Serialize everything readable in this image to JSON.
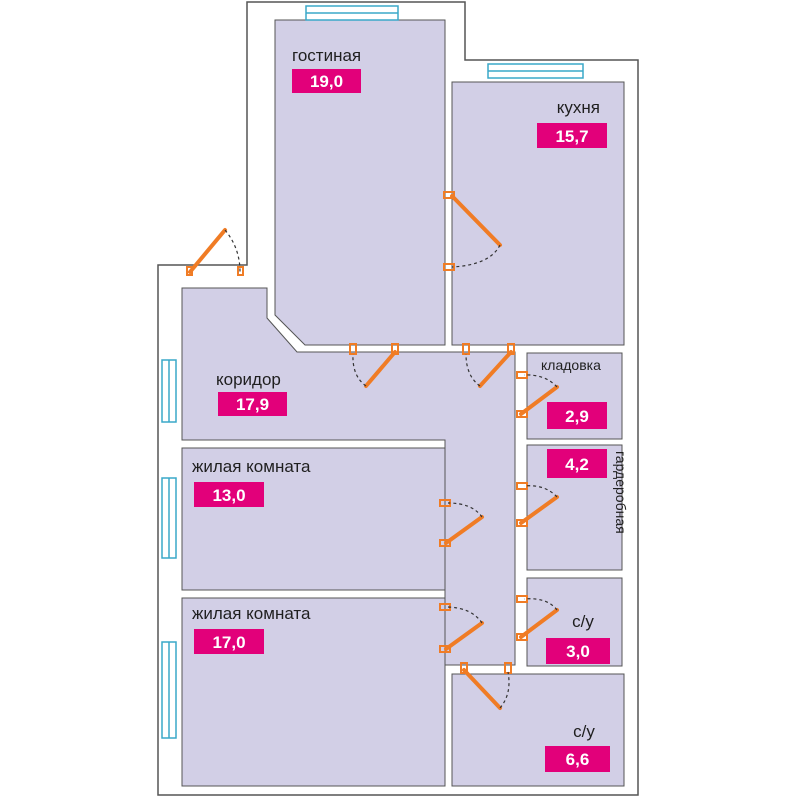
{
  "colors": {
    "wall_fill": "#ffffff",
    "wall_stroke": "#555555",
    "room_fill": "#d2cfe6",
    "badge": "#e2007a",
    "door": "#f07c25",
    "window": "#3aa8c9"
  },
  "rooms": [
    {
      "name": "гостиная",
      "area": "19,0"
    },
    {
      "name": "кухня",
      "area": "15,7"
    },
    {
      "name": "коридор",
      "area": "17,9"
    },
    {
      "name": "кладовка",
      "area": "2,9"
    },
    {
      "name": "гардеробная",
      "area": "4,2"
    },
    {
      "name": "жилая комната",
      "area": "13,0"
    },
    {
      "name": "жилая комната",
      "area": "17,0"
    },
    {
      "name": "с/у",
      "area": "3,0"
    },
    {
      "name": "с/у",
      "area": "6,6"
    }
  ]
}
